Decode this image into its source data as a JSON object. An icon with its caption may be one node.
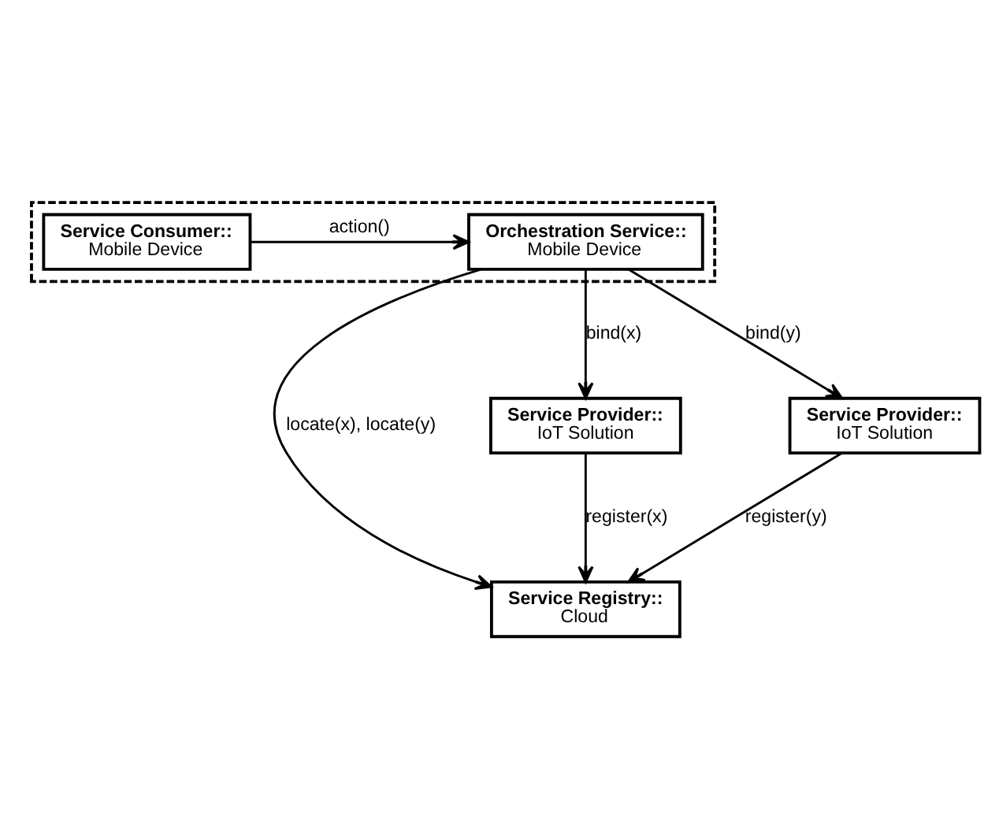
{
  "diagram": {
    "nodes": [
      {
        "text": [],
        "shape": "box"
      },
      {
        "text": [
          "Service Consumer::",
          "Mobile Device"
        ],
        "in": 0
      },
      {
        "text": [
          "Orchestration Service::",
          "Mobile Device"
        ],
        "in": 0
      },
      {
        "text": [
          "Service Registry::",
          "Cloud"
        ]
      },
      {
        "text": [
          "Service Provider::",
          "IoT Solution"
        ]
      },
      {
        "text": [
          "Service Provider::",
          "IoT Solution"
        ]
      }
    ],
    "edges": [
      {
        "from": 1,
        "to": 2,
        "arrow": "to",
        "label": "action()"
      },
      {
        "from": 2,
        "to": 3,
        "arrow": "to",
        "label": "locate(x), locate(y)"
      },
      {
        "from": 2,
        "to": 4,
        "arrow": "to",
        "label": "bind(x)"
      },
      {
        "from": 2,
        "to": 5,
        "arrow": "to",
        "label": "bind(y)"
      },
      {
        "from": 4,
        "to": 3,
        "arrow": "to",
        "label": "register(x)"
      },
      {
        "from": 5,
        "to": 3,
        "arrow": "to",
        "label": "register(y)"
      }
    ]
  }
}
